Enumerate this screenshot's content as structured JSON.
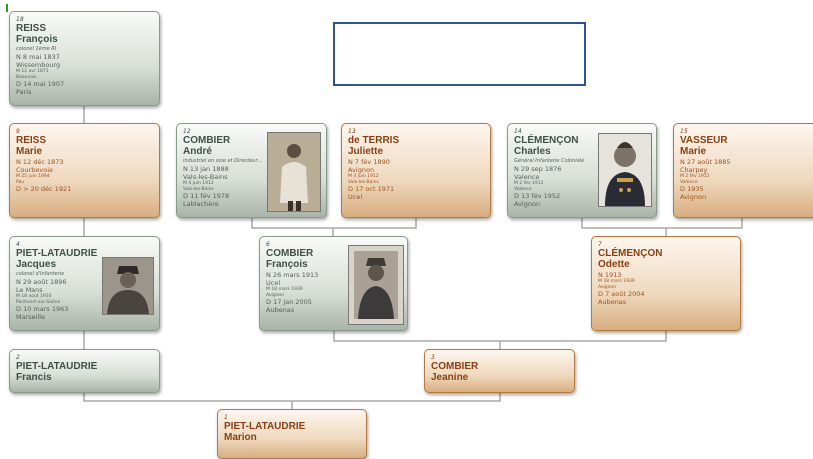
{
  "tree": {
    "persons": {
      "p18": {
        "num": "18",
        "surname": "REISS",
        "given": "François",
        "occupation": "colonel 1ème RI",
        "events": [
          {
            "t": "N 8 mai 1837",
            "s": false
          },
          {
            "t": "Wissembourg",
            "s": false
          },
          {
            "t": "M 12 avr 1871",
            "s": true
          },
          {
            "t": "Beauvais",
            "s": true
          },
          {
            "t": "D 14 mai 1907",
            "s": false
          },
          {
            "t": "Paris",
            "s": false
          }
        ]
      },
      "p9": {
        "num": "9",
        "surname": "REISS",
        "given": "Marie",
        "occupation": "",
        "events": [
          {
            "t": "N 12 déc 1873",
            "s": false
          },
          {
            "t": "Courbevoie",
            "s": false
          },
          {
            "t": "M 25 juin 1894",
            "s": true
          },
          {
            "t": "Pau",
            "s": true
          },
          {
            "t": "D > 20 déc 1921",
            "s": false
          }
        ]
      },
      "p12": {
        "num": "12",
        "surname": "COMBIER",
        "given": "André",
        "occupation": "industriel en soie et Directeur…",
        "events": [
          {
            "t": "N 13 jan 1888",
            "s": false
          },
          {
            "t": "Vals-les-Bains",
            "s": false
          },
          {
            "t": "M 4 juin 1912",
            "s": true
          },
          {
            "t": "Vals-les-Bains",
            "s": true
          },
          {
            "t": "D 11 fév 1978",
            "s": false
          },
          {
            "t": "Lablachère",
            "s": false
          }
        ]
      },
      "p13": {
        "num": "13",
        "surname": "de TERRIS",
        "given": "Juliette",
        "occupation": "",
        "events": [
          {
            "t": "N 7 fév 1890",
            "s": false
          },
          {
            "t": "Avignon",
            "s": false
          },
          {
            "t": "M 4 juin 1912",
            "s": true
          },
          {
            "t": "Vals-les-Bains",
            "s": true
          },
          {
            "t": "D 17 oct 1971",
            "s": false
          },
          {
            "t": "Ucel",
            "s": false
          }
        ]
      },
      "p14": {
        "num": "14",
        "surname": "CLÉMENÇON",
        "given": "Charles",
        "occupation": "Général Infanterie Coloniale",
        "events": [
          {
            "t": "N 29 sep 1876",
            "s": false
          },
          {
            "t": "Valence",
            "s": false
          },
          {
            "t": "M 2 fév 1912",
            "s": true
          },
          {
            "t": "Valence",
            "s": true
          },
          {
            "t": "D 13 fév 1952",
            "s": false
          },
          {
            "t": "Avignon",
            "s": false
          }
        ]
      },
      "p15": {
        "num": "15",
        "surname": "VASSEUR",
        "given": "Marie",
        "occupation": "",
        "events": [
          {
            "t": "N 27 août 1885",
            "s": false
          },
          {
            "t": "Charpey",
            "s": false
          },
          {
            "t": "M 2 fév 1912",
            "s": true
          },
          {
            "t": "Valence",
            "s": true
          },
          {
            "t": "D 1935",
            "s": false
          },
          {
            "t": "Avignon",
            "s": false
          }
        ]
      },
      "p4": {
        "num": "4",
        "surname": "PIET-LATAUDRIE",
        "given": "Jacques",
        "occupation": "colonel d'Infanterie",
        "events": [
          {
            "t": "N 29 août 1896",
            "s": false
          },
          {
            "t": "Le Mans",
            "s": false
          },
          {
            "t": "M 18 août 1930",
            "s": true
          },
          {
            "t": "Pontivert-sur-Saône",
            "s": true
          },
          {
            "t": "D 10 mars 1963",
            "s": false
          },
          {
            "t": "Marseille",
            "s": false
          }
        ]
      },
      "p6": {
        "num": "6",
        "surname": "COMBIER",
        "given": "François",
        "occupation": "",
        "events": [
          {
            "t": "N 26 mars 1913",
            "s": false
          },
          {
            "t": "Ucel",
            "s": false
          },
          {
            "t": "M 18 mars 1939",
            "s": true
          },
          {
            "t": "Avignon",
            "s": true
          },
          {
            "t": "D 17 jan 2005",
            "s": false
          },
          {
            "t": "Aubenas",
            "s": false
          }
        ]
      },
      "p7": {
        "num": "7",
        "surname": "CLÉMENÇON",
        "given": "Odette",
        "occupation": "",
        "events": [
          {
            "t": "N 1913",
            "s": false
          },
          {
            "t": "M 18 mars 1939",
            "s": true
          },
          {
            "t": "Avignon",
            "s": true
          },
          {
            "t": "D 7 août 2004",
            "s": false
          },
          {
            "t": "Aubenas",
            "s": false
          }
        ]
      },
      "p2": {
        "num": "2",
        "surname": "PIET-LATAUDRIE",
        "given": "Francis",
        "occupation": "",
        "events": []
      },
      "p3": {
        "num": "3",
        "surname": "COMBIER",
        "given": "Jeanine",
        "occupation": "",
        "events": []
      },
      "p1": {
        "num": "1",
        "surname": "PIET-LATAUDRIE",
        "given": "Marion",
        "occupation": "",
        "events": []
      }
    }
  },
  "colors": {
    "male_text": "#3f4f4a",
    "female_text": "#8b3f10",
    "connector": "#a8aaa6",
    "blank_box_border": "#2f558f"
  },
  "photo_icons": {
    "p12": "portrait-photo",
    "p14": "portrait-photo",
    "p4": "portrait-photo",
    "p6": "portrait-photo"
  }
}
